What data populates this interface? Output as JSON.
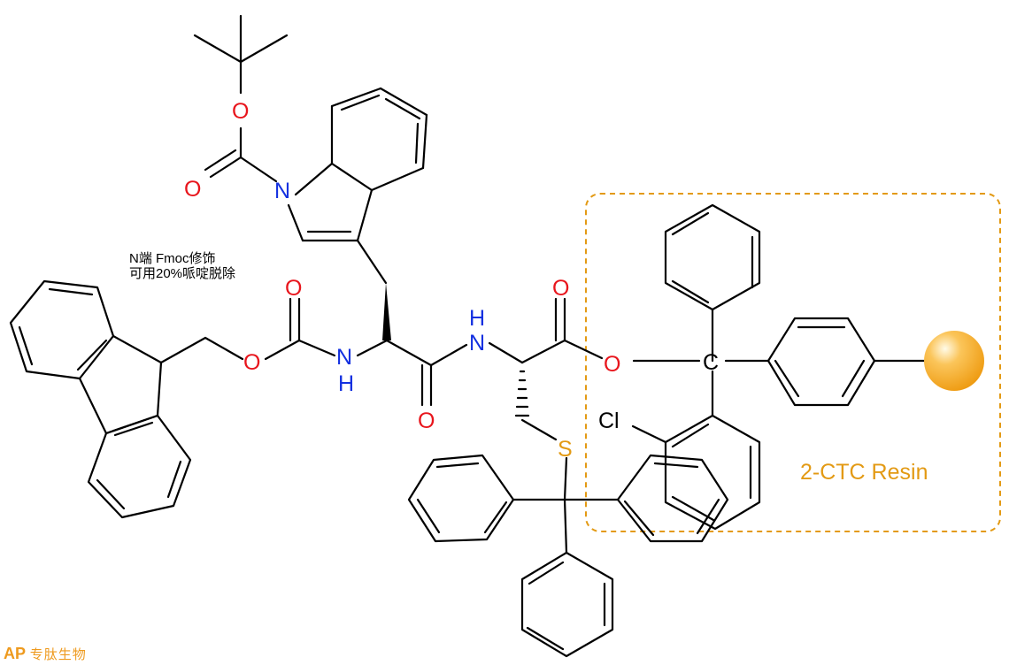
{
  "annotation": {
    "line1": "N端 Fmoc修饰",
    "line2": "可用20%哌啶脱除"
  },
  "resin": {
    "label": "2-CTC Resin"
  },
  "logo": {
    "mark": "AP",
    "text": "专肽生物"
  },
  "atoms": {
    "O": "O",
    "N": "N",
    "H": "H",
    "S": "S",
    "C": "C",
    "Cl": "Cl"
  },
  "colors": {
    "oxygen": "#e8151c",
    "nitrogen": "#1330e0",
    "sulfur": "#e39a14",
    "resin": "#e39a14",
    "bond": "#000000"
  }
}
